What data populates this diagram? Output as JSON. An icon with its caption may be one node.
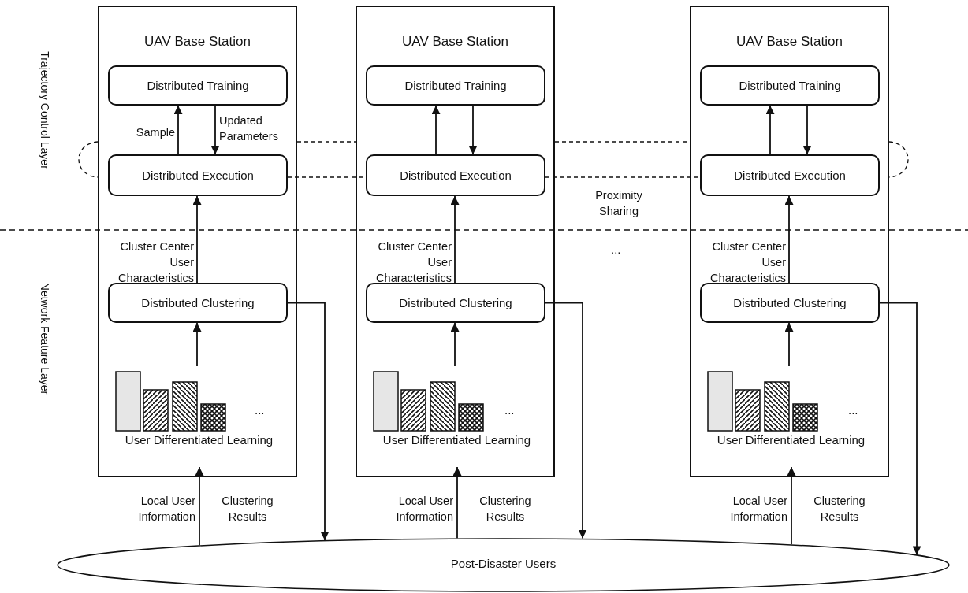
{
  "diagram": {
    "nodes": [
      {
        "text": [
          "UAV Base Station"
        ]
      },
      {
        "text": [
          "Distributed Training"
        ],
        "in": 0
      },
      {
        "text": [
          "Distributed Execution"
        ],
        "in": 0
      },
      {
        "text": [
          "Distributed Clustering"
        ],
        "in": 0
      },
      {
        "text": [
          "User Differentiated Learning"
        ],
        "in": 0
      },
      {
        "text": [
          "UAV Base Station"
        ]
      },
      {
        "text": [
          "Distributed Training"
        ],
        "in": 5
      },
      {
        "text": [
          "Distributed Execution"
        ],
        "in": 5
      },
      {
        "text": [
          "Distributed Clustering"
        ],
        "in": 5
      },
      {
        "text": [
          "User Differentiated Learning"
        ],
        "in": 5
      },
      {
        "text": [
          "UAV Base Station"
        ]
      },
      {
        "text": [
          "Distributed Training"
        ],
        "in": 10
      },
      {
        "text": [
          "Distributed Execution"
        ],
        "in": 10
      },
      {
        "text": [
          "Distributed Clustering"
        ],
        "in": 10
      },
      {
        "text": [
          "User Differentiated Learning"
        ],
        "in": 10
      },
      {
        "text": [
          "Post-Disaster Users"
        ]
      }
    ],
    "edges": [
      {
        "from": 2,
        "to": 1,
        "arrow": "to",
        "label": "Sample"
      },
      {
        "from": 1,
        "to": 2,
        "arrow": "to",
        "label": "Updated Parameters"
      },
      {
        "from": 3,
        "to": 2,
        "arrow": "to",
        "label": "Cluster Center User Characteristics"
      },
      {
        "from": 4,
        "to": 3,
        "arrow": "to"
      },
      {
        "from": 15,
        "to": 4,
        "arrow": "to",
        "label": "Local User Information"
      },
      {
        "from": 3,
        "to": 15,
        "arrow": "to",
        "label": "Clustering Results"
      },
      {
        "from": 7,
        "to": 6,
        "arrow": "to"
      },
      {
        "from": 6,
        "to": 7,
        "arrow": "to"
      },
      {
        "from": 8,
        "to": 7,
        "arrow": "to",
        "label": "Cluster Center User Characteristics"
      },
      {
        "from": 9,
        "to": 8,
        "arrow": "to"
      },
      {
        "from": 15,
        "to": 9,
        "arrow": "to",
        "label": "Local User Information"
      },
      {
        "from": 8,
        "to": 15,
        "arrow": "to",
        "label": "Clustering Results"
      },
      {
        "from": 12,
        "to": 11,
        "arrow": "to"
      },
      {
        "from": 11,
        "to": 12,
        "arrow": "to"
      },
      {
        "from": 13,
        "to": 12,
        "arrow": "to",
        "label": "Cluster Center User Characteristics"
      },
      {
        "from": 14,
        "to": 13,
        "arrow": "to"
      },
      {
        "from": 15,
        "to": 14,
        "arrow": "to",
        "label": "Local User Information"
      },
      {
        "from": 13,
        "to": 15,
        "arrow": "to",
        "label": "Clustering Results"
      },
      {
        "from": 2,
        "to": 7,
        "arrow": "none",
        "style": "dashed"
      },
      {
        "from": 7,
        "to": 12,
        "arrow": "none",
        "style": "dashed",
        "label": "Proximity Sharing"
      }
    ],
    "labels": [
      "Trajectory Control Layer",
      "Network Feature Layer",
      "...",
      "...",
      "...",
      "..."
    ]
  }
}
